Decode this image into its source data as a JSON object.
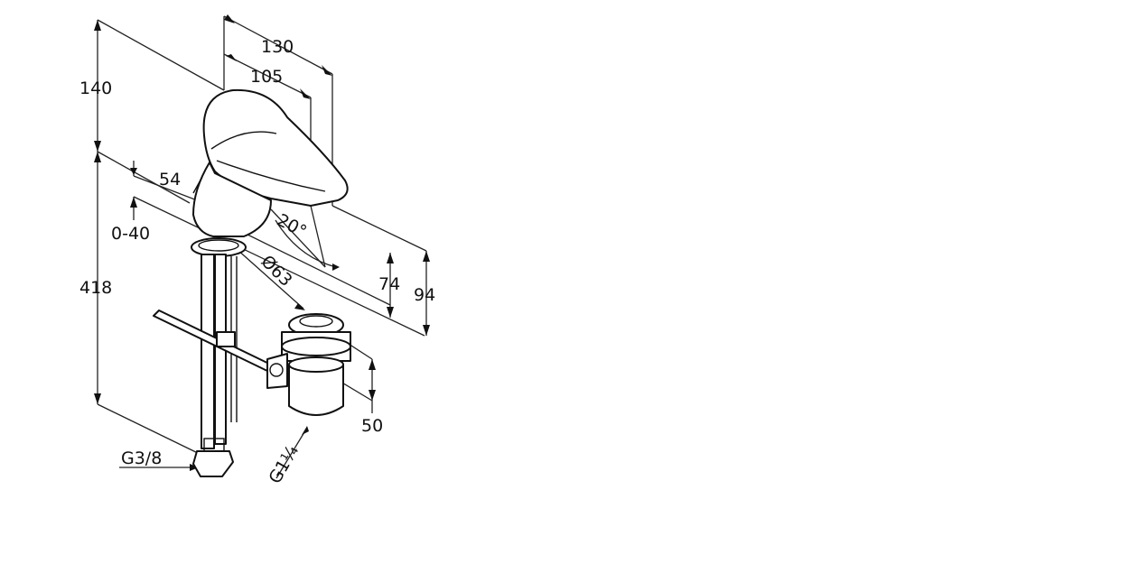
{
  "labels": {
    "dim_140": "140",
    "dim_130": "130",
    "dim_105": "105",
    "dim_54": "54",
    "dim_0_40": "0-40",
    "dim_418": "418",
    "angle_20": "20°",
    "dia_63": "Ø63",
    "dim_74": "74",
    "dim_94": "94",
    "dim_50": "50",
    "thread_g38": "G3/8",
    "thread_g114": "G1¼"
  }
}
